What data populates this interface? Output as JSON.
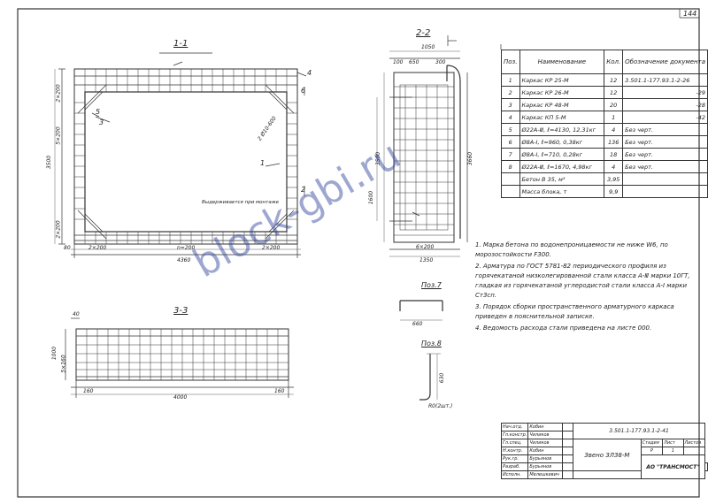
{
  "sheet_number": "144",
  "sections": {
    "s11": "1-1",
    "s22": "2-2",
    "s33": "3-3",
    "pos7": "Поз.7",
    "pos8": "Поз.8"
  },
  "callouts": [
    "1",
    "2",
    "3",
    "4",
    "5",
    "6"
  ],
  "dims": {
    "s11_total": "4360",
    "s11_mid": "n=200",
    "s11_left": "2×200",
    "s11_right": "2×200",
    "s11_edge": "80",
    "s11_h": "3500",
    "s11_top": "2×200",
    "s11_side_left": "5×200",
    "s11_bot": "2×200",
    "s11_note": "Выдерживается при монтаже",
    "s11_diag": "2 Ø10-600",
    "s22_top": "1050",
    "s22_a": "650",
    "s22_b": "300",
    "s22_c": "100",
    "s22_bottom": "1350",
    "s22_bot2": "6×200",
    "s22_h": "3660",
    "s22_h2": "3500",
    "s22_mid": "1600",
    "s33_total": "4000",
    "s33_l": "160",
    "s33_r": "160",
    "s33_h": "1000",
    "s33_side": "5×160",
    "s33_top": "40",
    "pos7_dim": "660",
    "pos8_dim": "630",
    "pos8_note": "R0(2шт.)"
  },
  "spec": {
    "headers": [
      "Поз.",
      "Наименование",
      "Кол.",
      "Обозначение документа"
    ],
    "rows": [
      {
        "pos": "1",
        "name": "Каркас КР 25-М",
        "qty": "12",
        "doc": "3.501.1-177.93.1-2-26"
      },
      {
        "pos": "2",
        "name": "Каркас КР 26-М",
        "qty": "12",
        "doc": "-29"
      },
      {
        "pos": "3",
        "name": "Каркас КР 48-М",
        "qty": "20",
        "doc": "-28"
      },
      {
        "pos": "4",
        "name": "Каркас КП 5-М",
        "qty": "1",
        "doc": "-42"
      },
      {
        "pos": "5",
        "name": "Ø22А-Ⅲ, ℓ=4130, 12,31кг",
        "qty": "4",
        "doc": "Без черт."
      },
      {
        "pos": "6",
        "name": "Ø8А-Ⅰ, ℓ=960, 0,38кг",
        "qty": "136",
        "doc": "Без черт."
      },
      {
        "pos": "7",
        "name": "Ø8А-Ⅰ, ℓ=710, 0,28кг",
        "qty": "18",
        "doc": "Без черт."
      },
      {
        "pos": "8",
        "name": "Ø22А-Ⅲ, ℓ=1670, 4,98кг",
        "qty": "4",
        "doc": "Без черт."
      },
      {
        "pos": "",
        "name": "Бетон В 35, м³",
        "qty": "3,95",
        "doc": ""
      },
      {
        "pos": "",
        "name": "Масса блока, т",
        "qty": "9,9",
        "doc": ""
      }
    ]
  },
  "notes": [
    "1. Марка бетона по водонепроницаемости не ниже W6, по морозостойкости F300.",
    "2. Арматура по ГОСТ 5781-82 периодического профиля из горячекатаной низколегированной стали класса А-Ⅲ марки 10ГТ, гладкая из горячекатаной углеродистой стали класса А-Ⅰ марки Ст3сп.",
    "3. Порядок сборки пространственного арматурного каркаса приведен в пояснительной записке.",
    "4. Ведомость расхода стали приведена на листе 000."
  ],
  "stamp": {
    "code": "3.501.1-177.93.1-2-41",
    "title": "Звено ЗЛ38-М",
    "org": "АО \"ТРАНСМОСТ\"",
    "stage_h": "Стадия",
    "sheet_h": "Лист",
    "sheets_h": "Листов",
    "stage": "Р",
    "sheet": "1",
    "roles": [
      "Нач.отд.",
      "Гл.констр.",
      "Гл.спец.",
      "Н.контр.",
      "Рук.гр.",
      "Разраб.",
      "Исполн."
    ],
    "names": [
      "Кобин",
      "Чиликов",
      "Чиликов",
      "Кобин",
      "Бурьянов",
      "Бурьянов",
      "Мелешкевич"
    ]
  },
  "watermark": "block-gbi.ru"
}
